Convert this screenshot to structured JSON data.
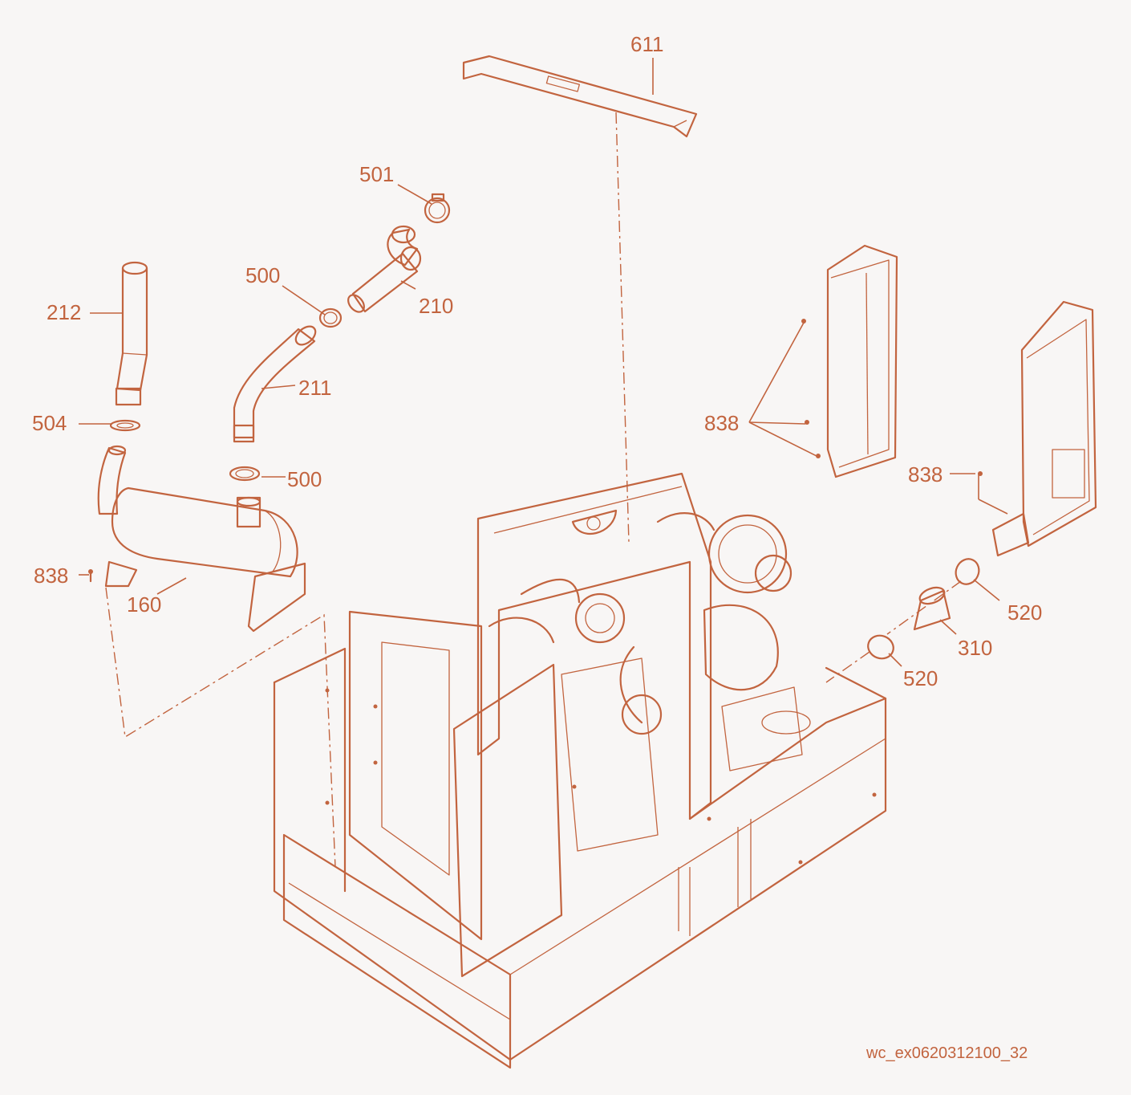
{
  "drawing": {
    "reference": "wc_ex0620312100_32",
    "colors": {
      "line": "#c2643f",
      "background": "#f8f6f5"
    }
  },
  "callouts": {
    "c611": "611",
    "c501": "501",
    "c500a": "500",
    "c210": "210",
    "c212": "212",
    "c211": "211",
    "c504": "504",
    "c500b": "500",
    "c838a": "838",
    "c160": "160",
    "c838b": "838",
    "c838c": "838",
    "c520a": "520",
    "c310": "310",
    "c520b": "520"
  }
}
